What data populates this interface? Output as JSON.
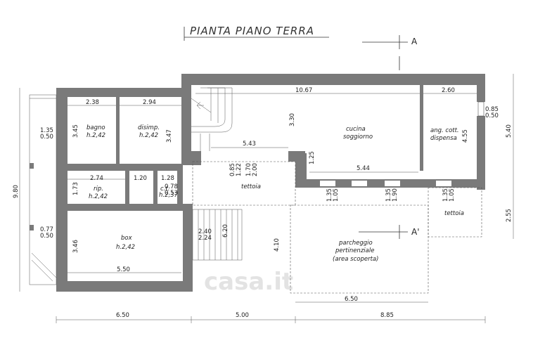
{
  "title": "PIANTA PIANO TERRA",
  "section_marker": "A",
  "section_marker_prime": "A'",
  "watermark": "casa.it",
  "rooms": {
    "bagno": {
      "name": "bagno",
      "height": "h.2,42"
    },
    "disimp": {
      "name": "disimp.",
      "height": "h.2,42"
    },
    "rip": {
      "name": "rip.",
      "height": "h.2,42"
    },
    "ct": {
      "name": "c.t.",
      "height": "h.2,37"
    },
    "box": {
      "name": "box",
      "height": "h.2,42"
    },
    "cucina": {
      "name": "cucina",
      "name2": "soggiorno"
    },
    "angolo": {
      "name": "ang. cott.",
      "name2": "dispensa"
    },
    "tettoia1": {
      "name": "tettoia"
    },
    "tettoia2": {
      "name": "tettoia"
    },
    "parcheggio": {
      "l1": "parcheggio",
      "l2": "pertinenziale",
      "l3": "(area scoperta)"
    }
  },
  "dims": {
    "d238": "2.38",
    "d294": "2.94",
    "d1067": "10.67",
    "d260": "2.60",
    "d345": "3.45",
    "d347": "3.47",
    "d330": "3.30",
    "d455": "4.55",
    "d543": "5.43",
    "d544": "5.44",
    "d274": "2.74",
    "d120": "1.20",
    "d128": "1.28",
    "d173": "1.73",
    "d078": "0.78",
    "d053": "0.53",
    "d135": "1.35",
    "d050a": "0.50",
    "d077": "0.77",
    "d050b": "0.50",
    "d085": "0.85",
    "d050c": "0.50",
    "d346": "3.46",
    "d550": "5.50",
    "d240": "2.40",
    "d224": "2.24",
    "d620": "6.20",
    "d410": "4.10",
    "d085b": "0.85",
    "d122": "1.22",
    "d170": "1.70",
    "d200": "2.00",
    "d125": "1.25",
    "d135a": "1.35",
    "d105a": "1.05",
    "d135b": "1.35",
    "d190": "1.90",
    "d135c": "1.35",
    "d105b": "1.05",
    "d650r": "6.50",
    "d980": "9.80",
    "d540": "5.40",
    "d255": "2.55",
    "b650": "6.50",
    "b500": "5.00",
    "b885": "8.85"
  }
}
